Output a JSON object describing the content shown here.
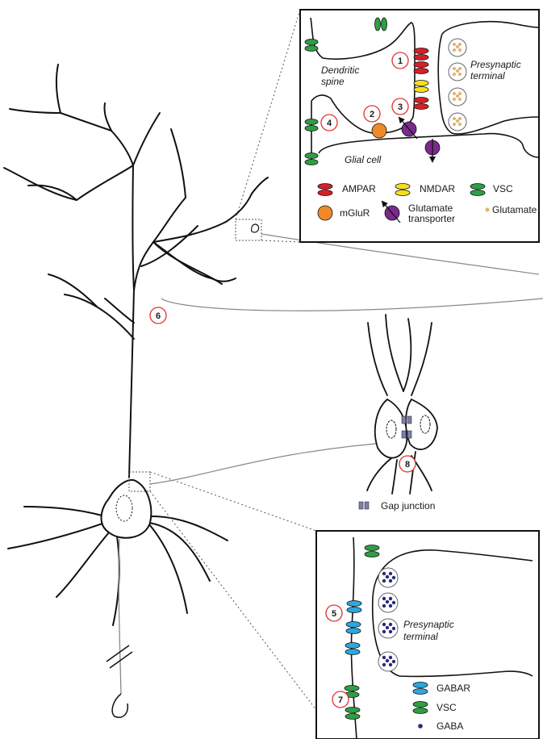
{
  "colors": {
    "ampar": "#d62027",
    "nmdar": "#f4e11e",
    "vsc": "#2f9e45",
    "mglur": "#ee8a2a",
    "glutamate_transporter": "#7b2a8c",
    "glutamate": "#e0b370",
    "gabar": "#2aa8e0",
    "gaba": "#2b2b78",
    "gap_junction": "#7d7fb0",
    "marker_ring": "#e03030",
    "line": "#111111",
    "axon": "#888888"
  },
  "top_inset": {
    "labels": {
      "dendritic_spine": "Dendritic spine",
      "presynaptic_terminal": "Presynaptic terminal",
      "glial_cell": "Glial cell"
    },
    "markers": [
      "1",
      "2",
      "3",
      "4"
    ],
    "legend": {
      "ampar": "AMPAR",
      "nmdar": "NMDAR",
      "vsc": "VSC",
      "mglur": "mGluR",
      "glutamate_transporter": "Glutamate transporter",
      "glutamate": "Glutamate"
    }
  },
  "main": {
    "markers": [
      "6",
      "8"
    ],
    "gap_junction_label": "Gap junction"
  },
  "bottom_inset": {
    "labels": {
      "presynaptic_terminal": "Presynaptic terminal"
    },
    "markers": [
      "5",
      "7"
    ],
    "legend": {
      "gabar": "GABAR",
      "vsc": "VSC",
      "gaba": "GABA"
    }
  }
}
